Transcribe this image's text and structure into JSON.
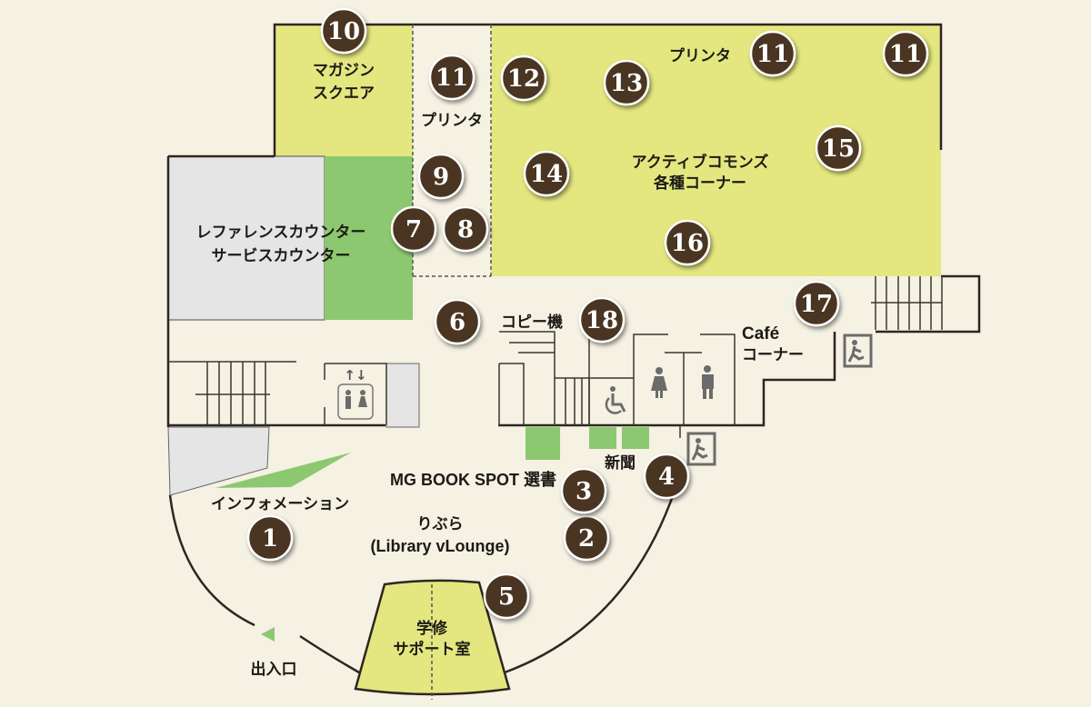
{
  "map": {
    "colors": {
      "background": "#f5f1e3",
      "zone_yellow": "#e4e77f",
      "zone_green": "#8cc870",
      "zone_gray": "#e5e5e5",
      "marker_fill": "#4a3522",
      "marker_ring": "#ffffff",
      "wall": "#2e2620",
      "pictogram": "#6b6b6b"
    },
    "zones": {
      "magazine_square": [
        "マガジン",
        "スクエア"
      ],
      "printer_corridor": "プリンタ",
      "printer_top": "プリンタ",
      "active_commons": [
        "アクティブコモンズ",
        "各種コーナー"
      ],
      "reference_counter": [
        "レファレンスカウンター",
        "サービスカウンター"
      ],
      "copy_machine": "コピー機",
      "cafe_corner": [
        "Café",
        "コーナー"
      ],
      "newspaper": "新聞",
      "mg_book_spot": "MG BOOK SPOT 選書",
      "information": "インフォメーション",
      "libra": [
        "りぶら",
        "(Library vLounge)"
      ],
      "study_support": [
        "学修",
        "サポート室"
      ],
      "entrance": "出入口"
    },
    "markers": [
      {
        "id": "m1",
        "label": "1"
      },
      {
        "id": "m2",
        "label": "2"
      },
      {
        "id": "m3",
        "label": "3"
      },
      {
        "id": "m4",
        "label": "4"
      },
      {
        "id": "m5",
        "label": "5"
      },
      {
        "id": "m6",
        "label": "6"
      },
      {
        "id": "m7",
        "label": "7"
      },
      {
        "id": "m8",
        "label": "8"
      },
      {
        "id": "m9",
        "label": "9"
      },
      {
        "id": "m10",
        "label": "10"
      },
      {
        "id": "m11a",
        "label": "11"
      },
      {
        "id": "m11b",
        "label": "11"
      },
      {
        "id": "m11c",
        "label": "11"
      },
      {
        "id": "m12",
        "label": "12"
      },
      {
        "id": "m13",
        "label": "13"
      },
      {
        "id": "m14",
        "label": "14"
      },
      {
        "id": "m15",
        "label": "15"
      },
      {
        "id": "m16",
        "label": "16"
      },
      {
        "id": "m17",
        "label": "17"
      },
      {
        "id": "m18",
        "label": "18"
      }
    ],
    "icons": {
      "elevator": "elevator-icon",
      "wheelchair_restroom": "wheelchair-icon",
      "women_restroom": "female-restroom-icon",
      "men_restroom": "male-restroom-icon",
      "emergency_exit": "emergency-exit-icon",
      "entrance_arrow": "entrance-arrow-icon",
      "elevator_arrows": "↑↓"
    }
  }
}
